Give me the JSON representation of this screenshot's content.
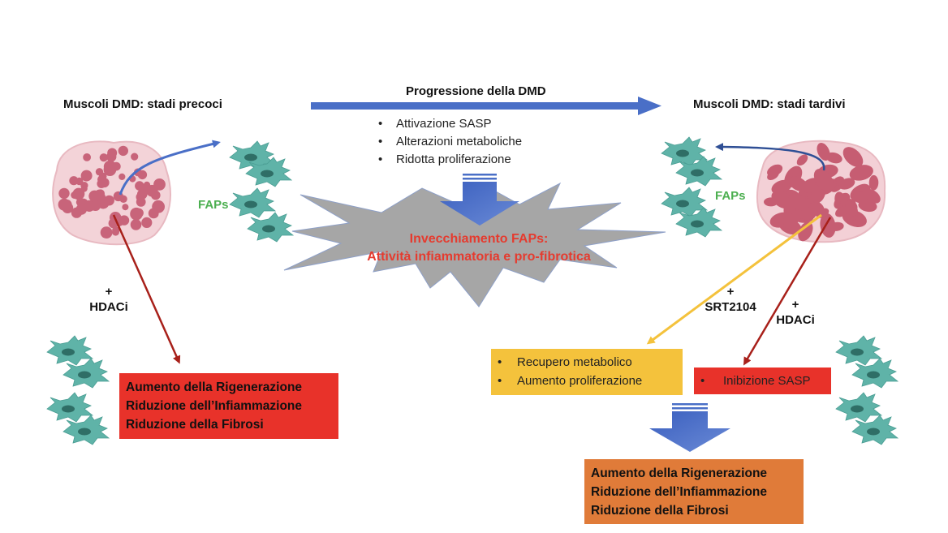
{
  "left_stage": {
    "title": "Muscoli DMD: stadi precoci",
    "faps_label": "FAPs",
    "treatment": {
      "plus": "+",
      "name": "HDACi"
    },
    "outcome_box": {
      "lines": [
        "Aumento della Rigenerazione",
        "Riduzione dell’Infiammazione",
        "Riduzione della Fibrosi"
      ],
      "color": "#e8322a"
    }
  },
  "progression": {
    "title": "Progressione della DMD",
    "bullets": [
      "Attivazione SASP",
      "Alterazioni metaboliche",
      "Ridotta proliferazione"
    ],
    "arrow_color": "#4a6fc7"
  },
  "center_burst": {
    "lines": [
      "Invecchiamento FAPs:",
      "Attività infiammatoria e pro-fibrotica"
    ],
    "fill": "#a6a6a6",
    "text_color": "#e53b2f"
  },
  "right_stage": {
    "title": "Muscoli DMD: stadi tardivi",
    "faps_label": "FAPs",
    "treatment_srt": {
      "plus": "+",
      "name": "SRT2104"
    },
    "treatment_hdaci": {
      "plus": "+",
      "name": "HDACi"
    },
    "yellow_box": {
      "bullets": [
        "Recupero metabolico",
        "Aumento proliferazione"
      ],
      "color": "#f4c23c"
    },
    "red_box": {
      "bullets": [
        "Inibizione SASP"
      ],
      "color": "#e8322a"
    },
    "outcome_box": {
      "lines": [
        "Aumento della Rigenerazione",
        "Riduzione dell’Infiammazione",
        "Riduzione della Fibrosi"
      ],
      "color": "#e07b39"
    }
  },
  "bullet_glyph": "•",
  "icons": {
    "muscle_early": "muscle-cross-section-early",
    "muscle_late": "muscle-cross-section-late",
    "fap_cell": "fibroblast-cell"
  }
}
